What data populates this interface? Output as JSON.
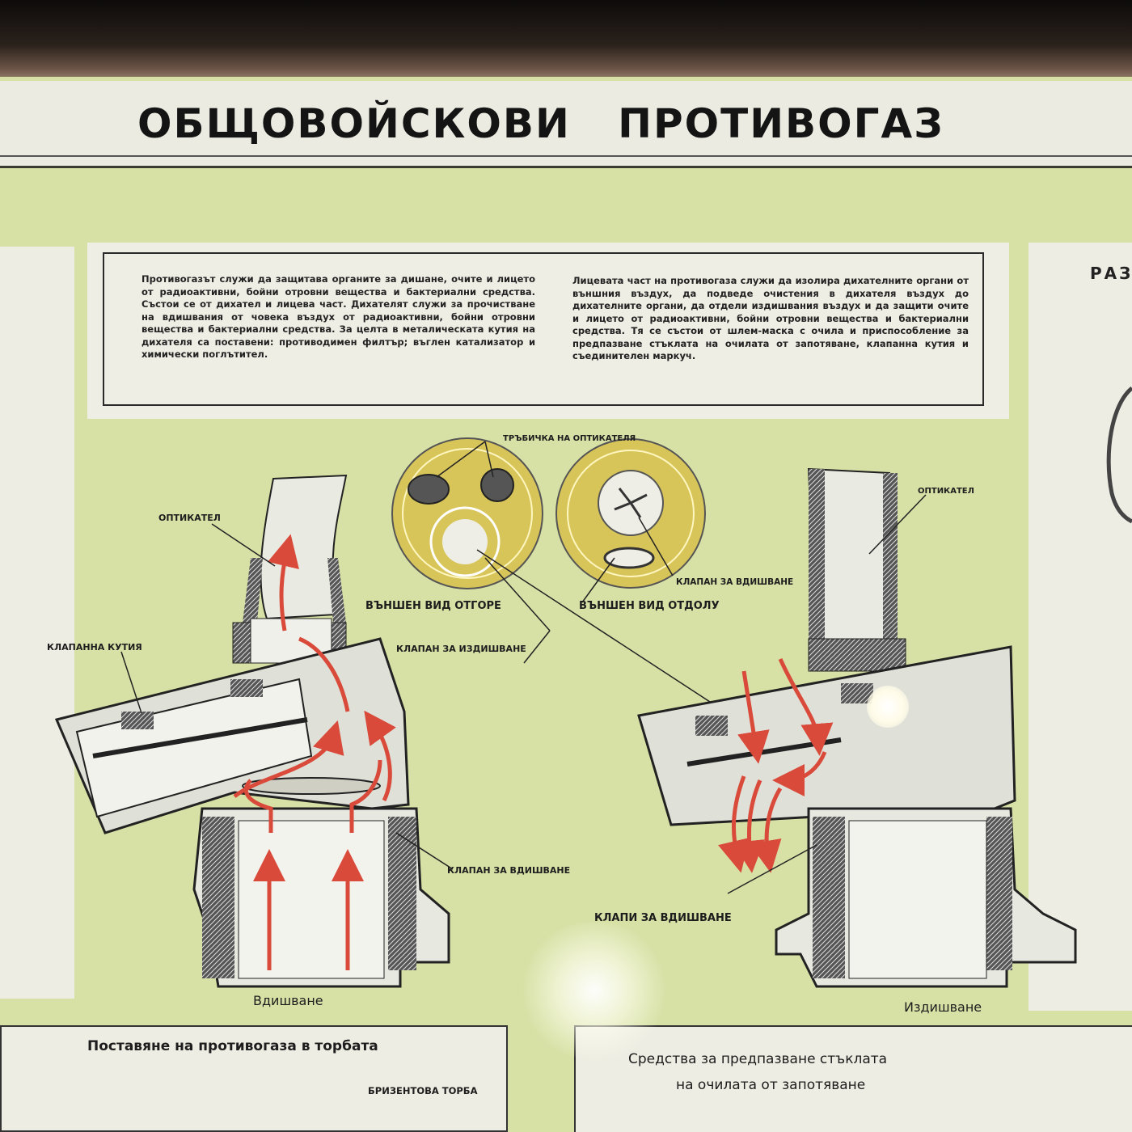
{
  "poster": {
    "title": "ОБЩОВОЙСКОВИ   ПРОТИВОГАЗ",
    "intro_left": "Противогазът служи да защитава органите за дишане, очите и лицето от радиоактивни, бойни отровни вещества и бактериални средства. Състои се от дихател и лицева част. Дихателят служи за прочистване на вдишвания от човека въздух от радиоактивни, бойни отровни вещества и бактериални средства. За целта в металическата кутия на дихателя са поставени: противодимен филтър; въглен катализатор и химически поглътител.",
    "intro_right": "Лицевата част на противогаза служи да изолира дихателните органи от външния въздух, да подведе очистения в дихателя въздух до дихателните органи, да отдели издишвания въздух и да защити очите и лицето от радиоактивни, бойни отровни вещества и бактериални средства. Тя се състои от шлем-маска с очила и приспособление за предпазване стъклата на очилата от запотяване, клапанна кутия и съединителен маркуч.",
    "right_panel_partial": "РАЗ"
  },
  "diagram": {
    "labels": {
      "optik_left": "ОПТИКАТЕЛ",
      "valve_box": "КЛАПАННА КУТИЯ",
      "exhale_valve": "КЛАПАН ЗА ИЗДИШВАНЕ",
      "inhale_valve_left": "КЛАПАН ЗА ВДИШВАНЕ",
      "caption_left": "Вдишване",
      "tube_optik": "ТРЪБИЧКА НА ОПТИКАТЕЛЯ",
      "view_top": "ВЪНШЕН ВИД ОТГОРЕ",
      "view_bottom": "ВЪНШЕН ВИД ОТДОЛУ",
      "inhale_valve_mid": "КЛАПАН ЗА ВДИШВАНЕ",
      "optik_right": "ОПТИКАТЕЛ",
      "inhale_valves_right": "КЛАПИ ЗА ВДИШВАНЕ",
      "caption_right": "Издишване"
    }
  },
  "bottom": {
    "left_title": "Поставяне на противогаза в торбата",
    "canvas_bag": "БРИЗЕНТОВА ТОРБА",
    "right_title_line1": "Средства за предпазване стъклата",
    "right_title_line2": "на очилата от запотяване"
  },
  "colors": {
    "poster_bg": "#d7e1a6",
    "arrow": "#d94a3a",
    "disc": "#d8c55a"
  }
}
